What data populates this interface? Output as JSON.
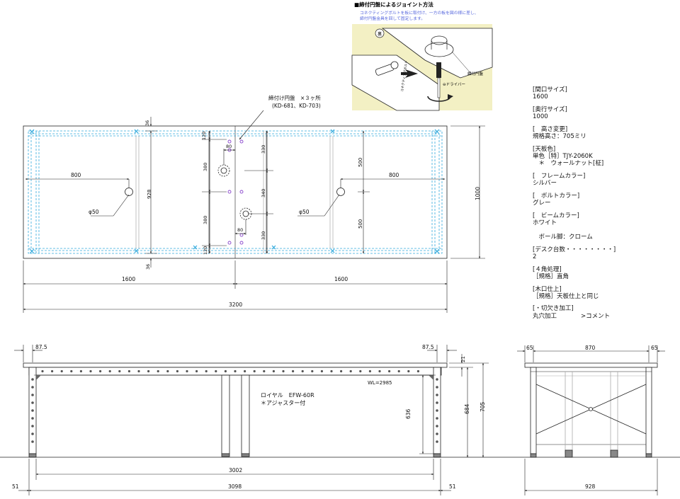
{
  "joint_inset": {
    "title": "■締付円盤によるジョイント方法",
    "desc_1": "コネクティングボルトを板に取付け、一方の板を図の様に差し、",
    "desc_2": "締付円盤金具を回して固定します。",
    "label_back": "裏",
    "label_disc": "締付円盤",
    "label_driver": "⊖ドライバー",
    "label_bolt": "コネクティングボルト"
  },
  "plan_view": {
    "callout_title": "締付け円盤　×３ヶ所",
    "callout_models": "(KD-681、KD-703)",
    "dim_overall_width": "3200",
    "dim_left_half": "1600",
    "dim_right_half": "1600",
    "dim_depth": "1000",
    "dim_inner_depth": "928",
    "dim_top_margin": "36",
    "dim_bottom_margin": "36",
    "dim_left_hole_x": "800",
    "dim_right_hole_x": "800",
    "hole_left_label": "φ50",
    "hole_right_label": "φ50",
    "dim_right_upper": "500",
    "dim_right_lower": "500",
    "joint_dims": {
      "top_edge": "120",
      "bottom_edge": "120",
      "left_upper": "380",
      "left_lower": "380",
      "right_upper": "330",
      "right_middle": "340",
      "right_lower": "330",
      "offset_upper": "80",
      "offset_lower": "80"
    }
  },
  "front_view": {
    "dim_left_overhang": "87.5",
    "dim_right_overhang": "87.5",
    "dim_top_thickness": "21",
    "dim_height": "705",
    "dim_frame_height": "684",
    "dim_inner_height": "636",
    "dim_inner_span": "3002",
    "dim_outer_span": "3098",
    "dim_left_foot": "51",
    "dim_right_foot": "51",
    "wl_label": "WL=2985",
    "model_label": "ロイヤル　EFW-60R",
    "caster_label": "＊アジャスター付"
  },
  "side_view": {
    "dim_left_overhang": "65",
    "dim_inner": "870",
    "dim_right_overhang": "65",
    "dim_bottom": "928"
  },
  "spec": [
    {
      "heading": "[間口サイズ]",
      "lines": [
        "1600"
      ]
    },
    {
      "heading": "[奥行サイズ]",
      "lines": [
        "1000"
      ]
    },
    {
      "heading": "[　高さ変更]",
      "lines": [
        "規格高さ：705ミリ"
      ]
    },
    {
      "heading": "[天板色]",
      "lines": [
        "単色［特］TJY-2060K",
        "　＊　ウォールナット[柾]"
      ]
    },
    {
      "heading": "[　フレームカラー]",
      "lines": [
        "シルバー"
      ]
    },
    {
      "heading": "[　ボルトカラー]",
      "lines": [
        "グレー"
      ]
    },
    {
      "heading": "[　ビームカラー]",
      "lines": [
        "ホワイト",
        "",
        "　ボール脚：クローム"
      ]
    },
    {
      "heading": "[デスク台数・・・・・・・・]",
      "lines": [
        "2"
      ]
    },
    {
      "heading": "[４角処理]",
      "lines": [
        "［規格］直角"
      ]
    },
    {
      "heading": "[木口仕上]",
      "lines": [
        "［規格］天板仕上と同じ"
      ]
    },
    {
      "heading": "[・切欠き加工]",
      "lines": [
        "丸穴加工　　　　>コメント"
      ]
    }
  ],
  "colors": {
    "line": "#222222",
    "hidden_line": "#33aadd",
    "purple_mark": "#8844cc",
    "inset_bg": "#f3f0c4",
    "inset_text_blue": "#5566dd"
  }
}
